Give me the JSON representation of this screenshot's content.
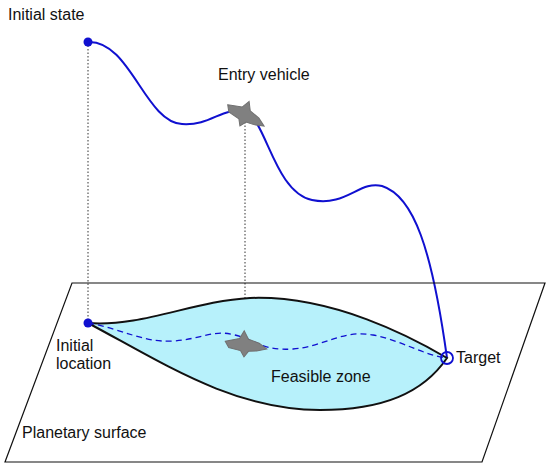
{
  "diagram": {
    "nodes": [
      {
        "text": [
          "Planetary surface"
        ]
      },
      {
        "text": [
          "Feasible zone"
        ],
        "in": 0
      }
    ],
    "labels": [
      "Initial state",
      "Entry vehicle",
      "Initial location",
      "Target"
    ]
  }
}
